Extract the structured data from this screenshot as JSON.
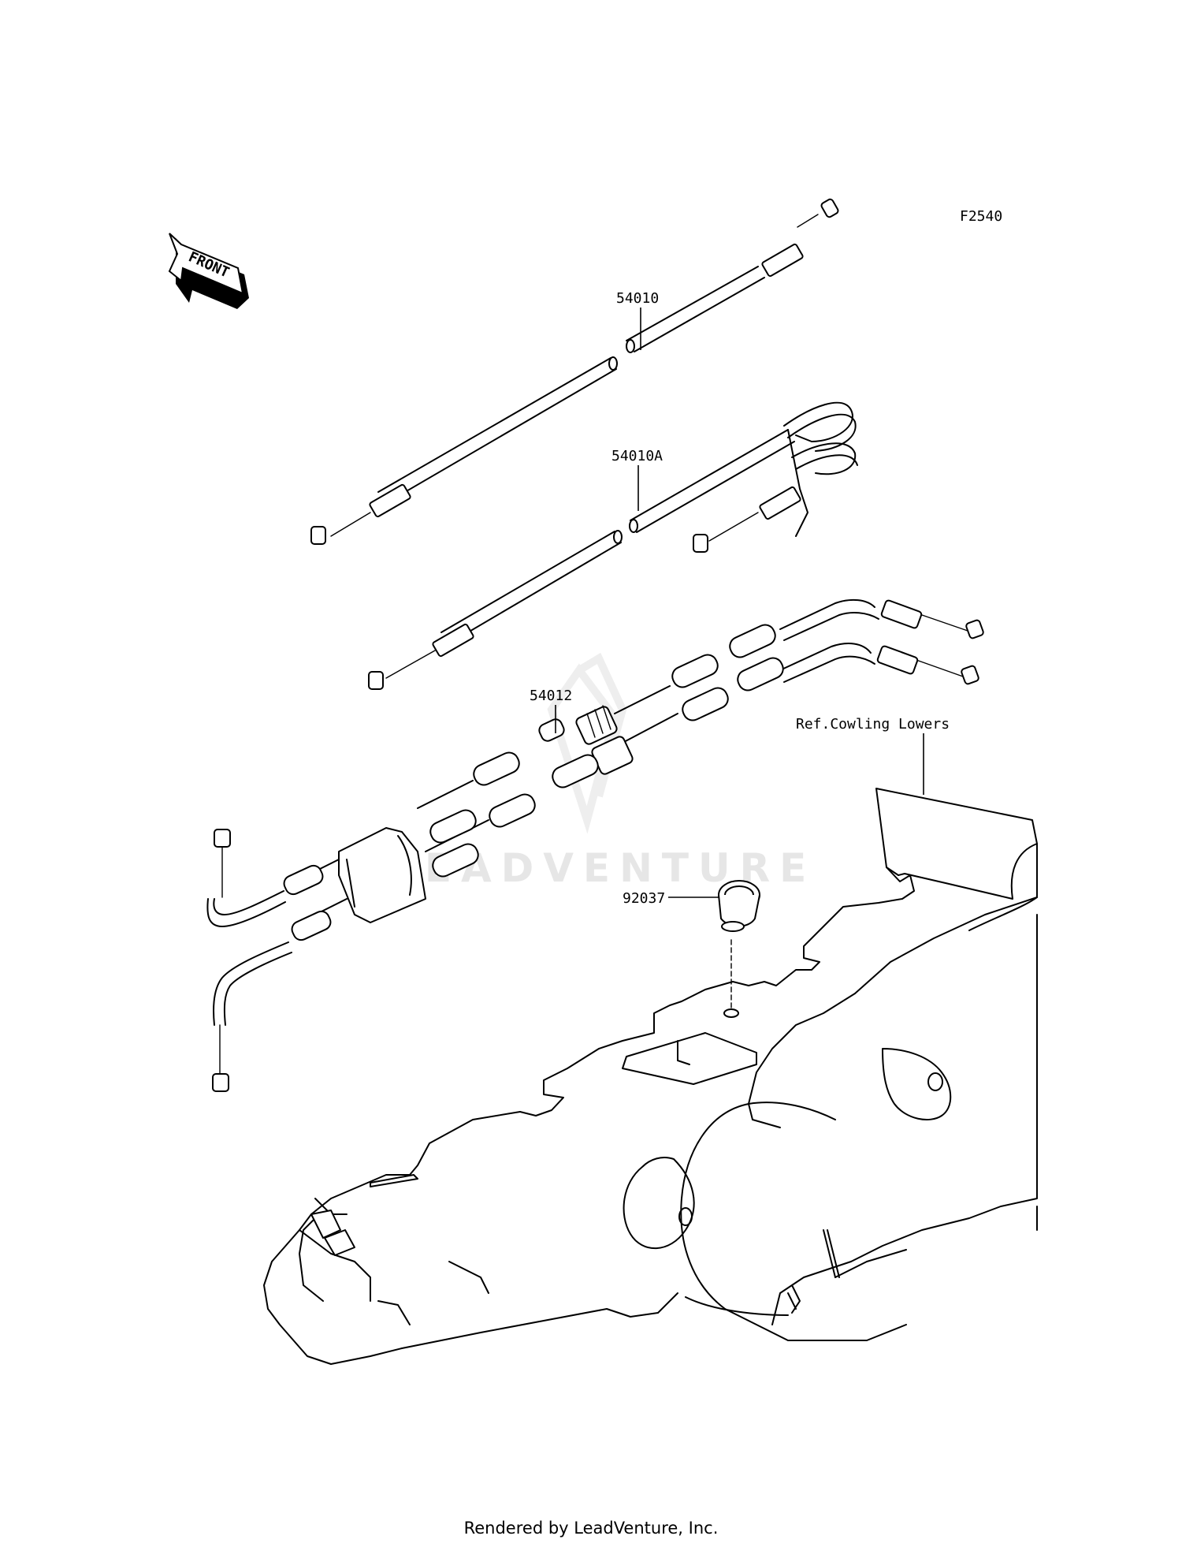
{
  "figure_code": "F2540",
  "orientation_arrow": {
    "label": "FRONT"
  },
  "parts": [
    {
      "number": "54010"
    },
    {
      "number": "54010A"
    },
    {
      "number": "54012"
    },
    {
      "number": "92037"
    }
  ],
  "reference_label": "Ref.Cowling Lowers",
  "watermark": "LEADVENTURE",
  "footer": "Rendered by LeadVenture, Inc."
}
